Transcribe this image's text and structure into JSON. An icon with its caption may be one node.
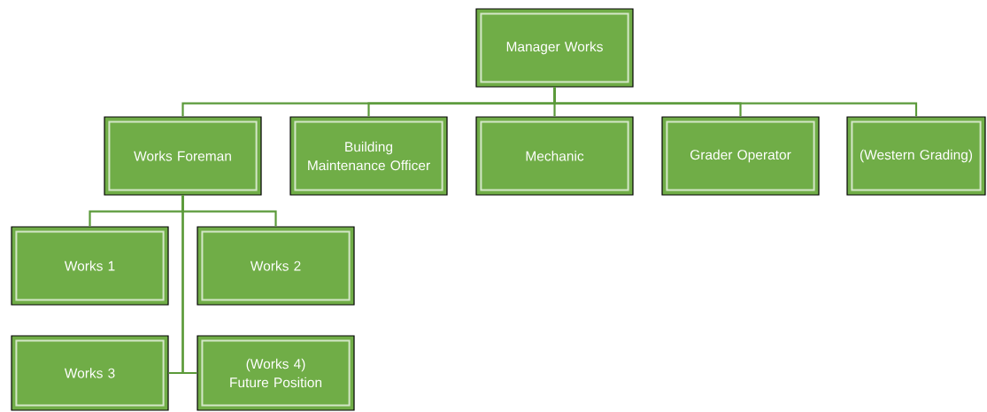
{
  "diagram": {
    "nodes": [
      {
        "text": [
          "Manager Works"
        ]
      },
      {
        "text": [
          "Works Foreman"
        ]
      },
      {
        "text": [
          "Building Maintenance Officer"
        ]
      },
      {
        "text": [
          "Mechanic"
        ]
      },
      {
        "text": [
          "Grader Operator"
        ]
      },
      {
        "text": [
          "(Western Grading)"
        ]
      },
      {
        "text": [
          "Works 1"
        ]
      },
      {
        "text": [
          "Works 2"
        ]
      },
      {
        "text": [
          "Works 3"
        ]
      },
      {
        "text": [
          "(Works 4) Future Position"
        ]
      }
    ],
    "edges": [
      {
        "from": 0,
        "to": 1,
        "arrow": "none"
      },
      {
        "from": 0,
        "to": 2,
        "arrow": "none"
      },
      {
        "from": 0,
        "to": 3,
        "arrow": "none"
      },
      {
        "from": 0,
        "to": 4,
        "arrow": "none"
      },
      {
        "from": 0,
        "to": 5,
        "arrow": "none"
      },
      {
        "from": 1,
        "to": 6,
        "arrow": "none"
      },
      {
        "from": 1,
        "to": 7,
        "arrow": "none"
      },
      {
        "from": 1,
        "to": 8,
        "arrow": "none"
      },
      {
        "from": 1,
        "to": 9,
        "arrow": "none"
      }
    ]
  }
}
